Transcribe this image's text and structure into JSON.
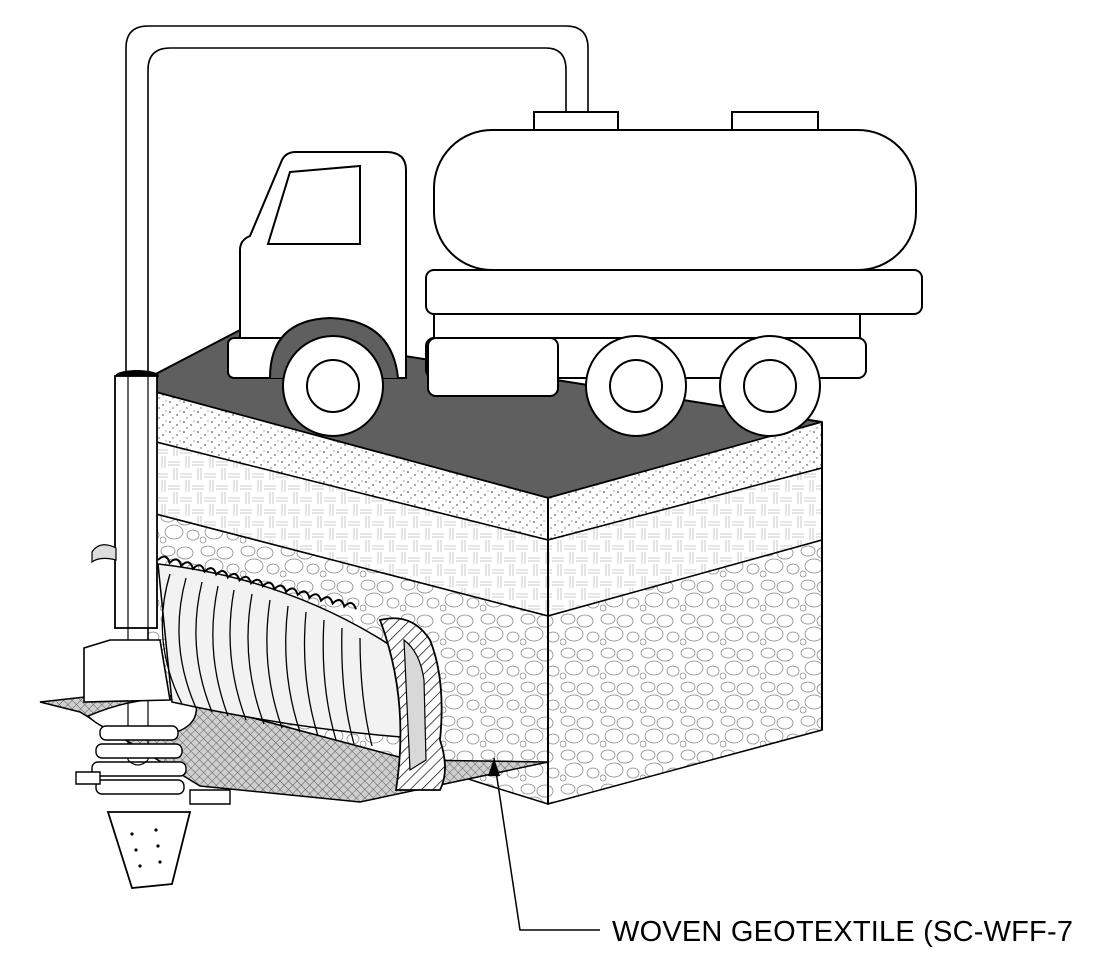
{
  "callouts": [
    {
      "label": "WOVEN  GEOTEXTILE (SC-WFF-7"
    }
  ],
  "colors": {
    "pavement": "#5f5f5f",
    "line": "#000000",
    "paper": "#ffffff",
    "sand": "#d9d9d9",
    "geotextile": "#9a9a9a"
  },
  "elements": {
    "vehicle": "vacuum-truck",
    "hose": "suction-hose",
    "structure": "inspection-riser",
    "chamber": "corrugated-chamber",
    "base": "stone-base",
    "fabric": "woven-geotextile"
  }
}
